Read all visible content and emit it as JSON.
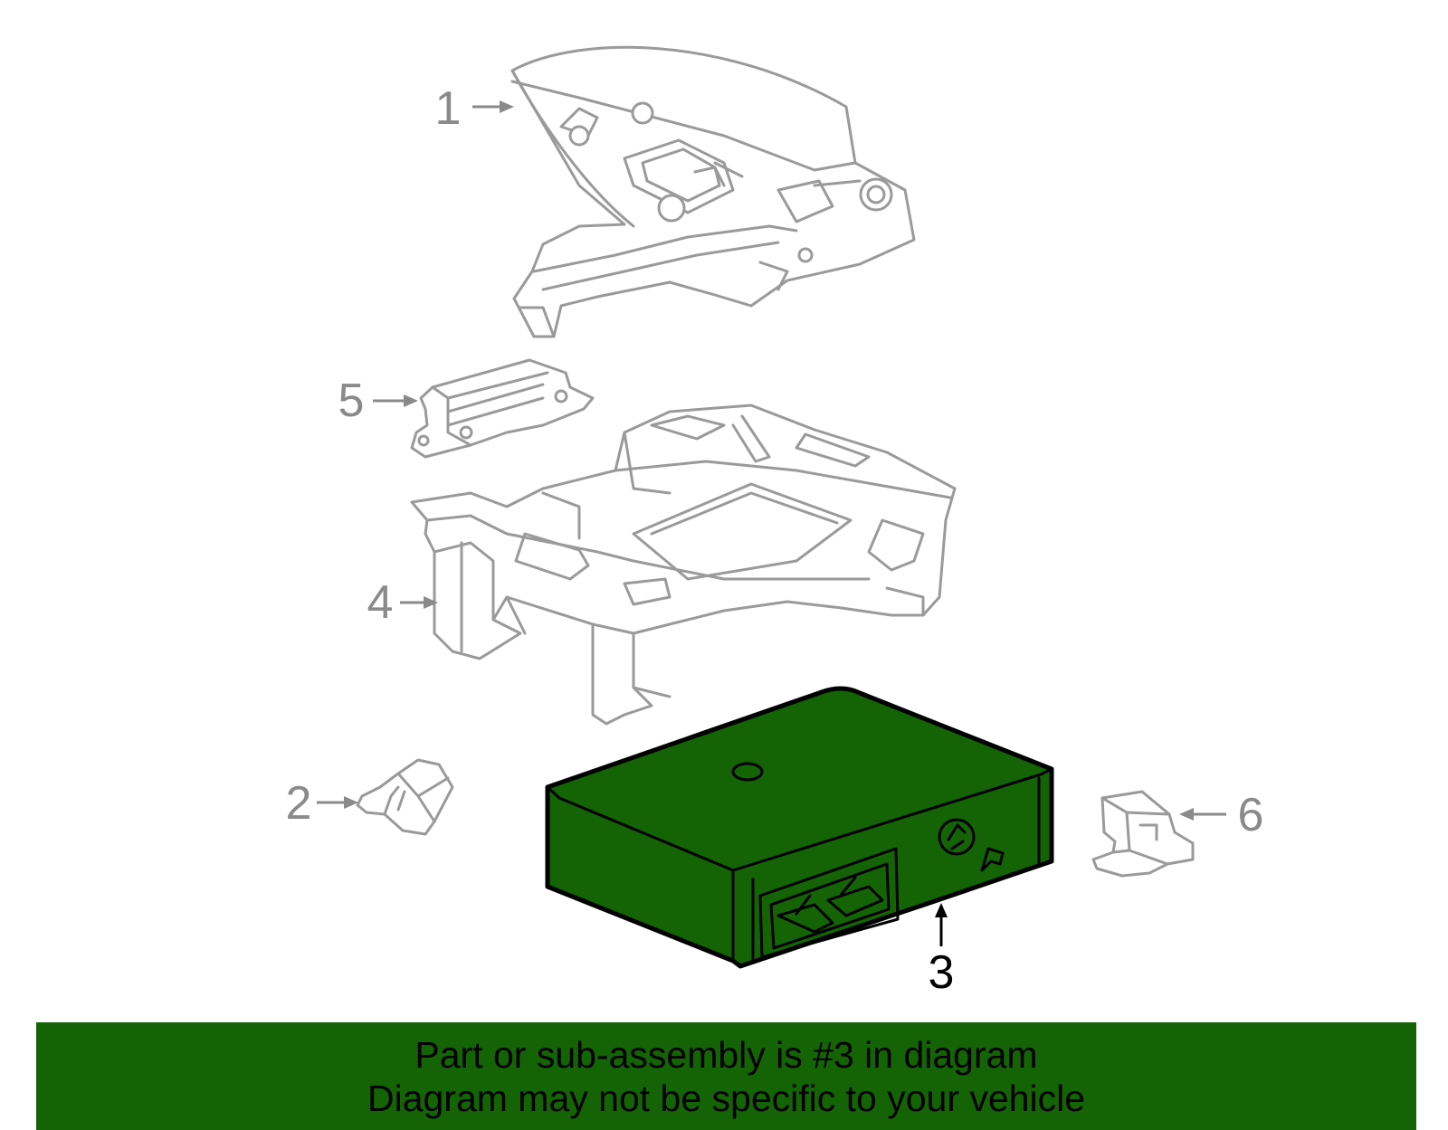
{
  "colors": {
    "highlight": "#146406",
    "ghost_stroke": "#9a9a9a",
    "callout_grey": "#8a8a8a",
    "banner_bg": "#146406"
  },
  "callouts": {
    "part1": "1",
    "part2": "2",
    "part3": "3",
    "part4": "4",
    "part5": "5",
    "part6": "6"
  },
  "highlighted_part": "3",
  "banner": {
    "line1": "Part or sub-assembly is #3 in diagram",
    "line2": "Diagram may not be specific to your vehicle"
  }
}
